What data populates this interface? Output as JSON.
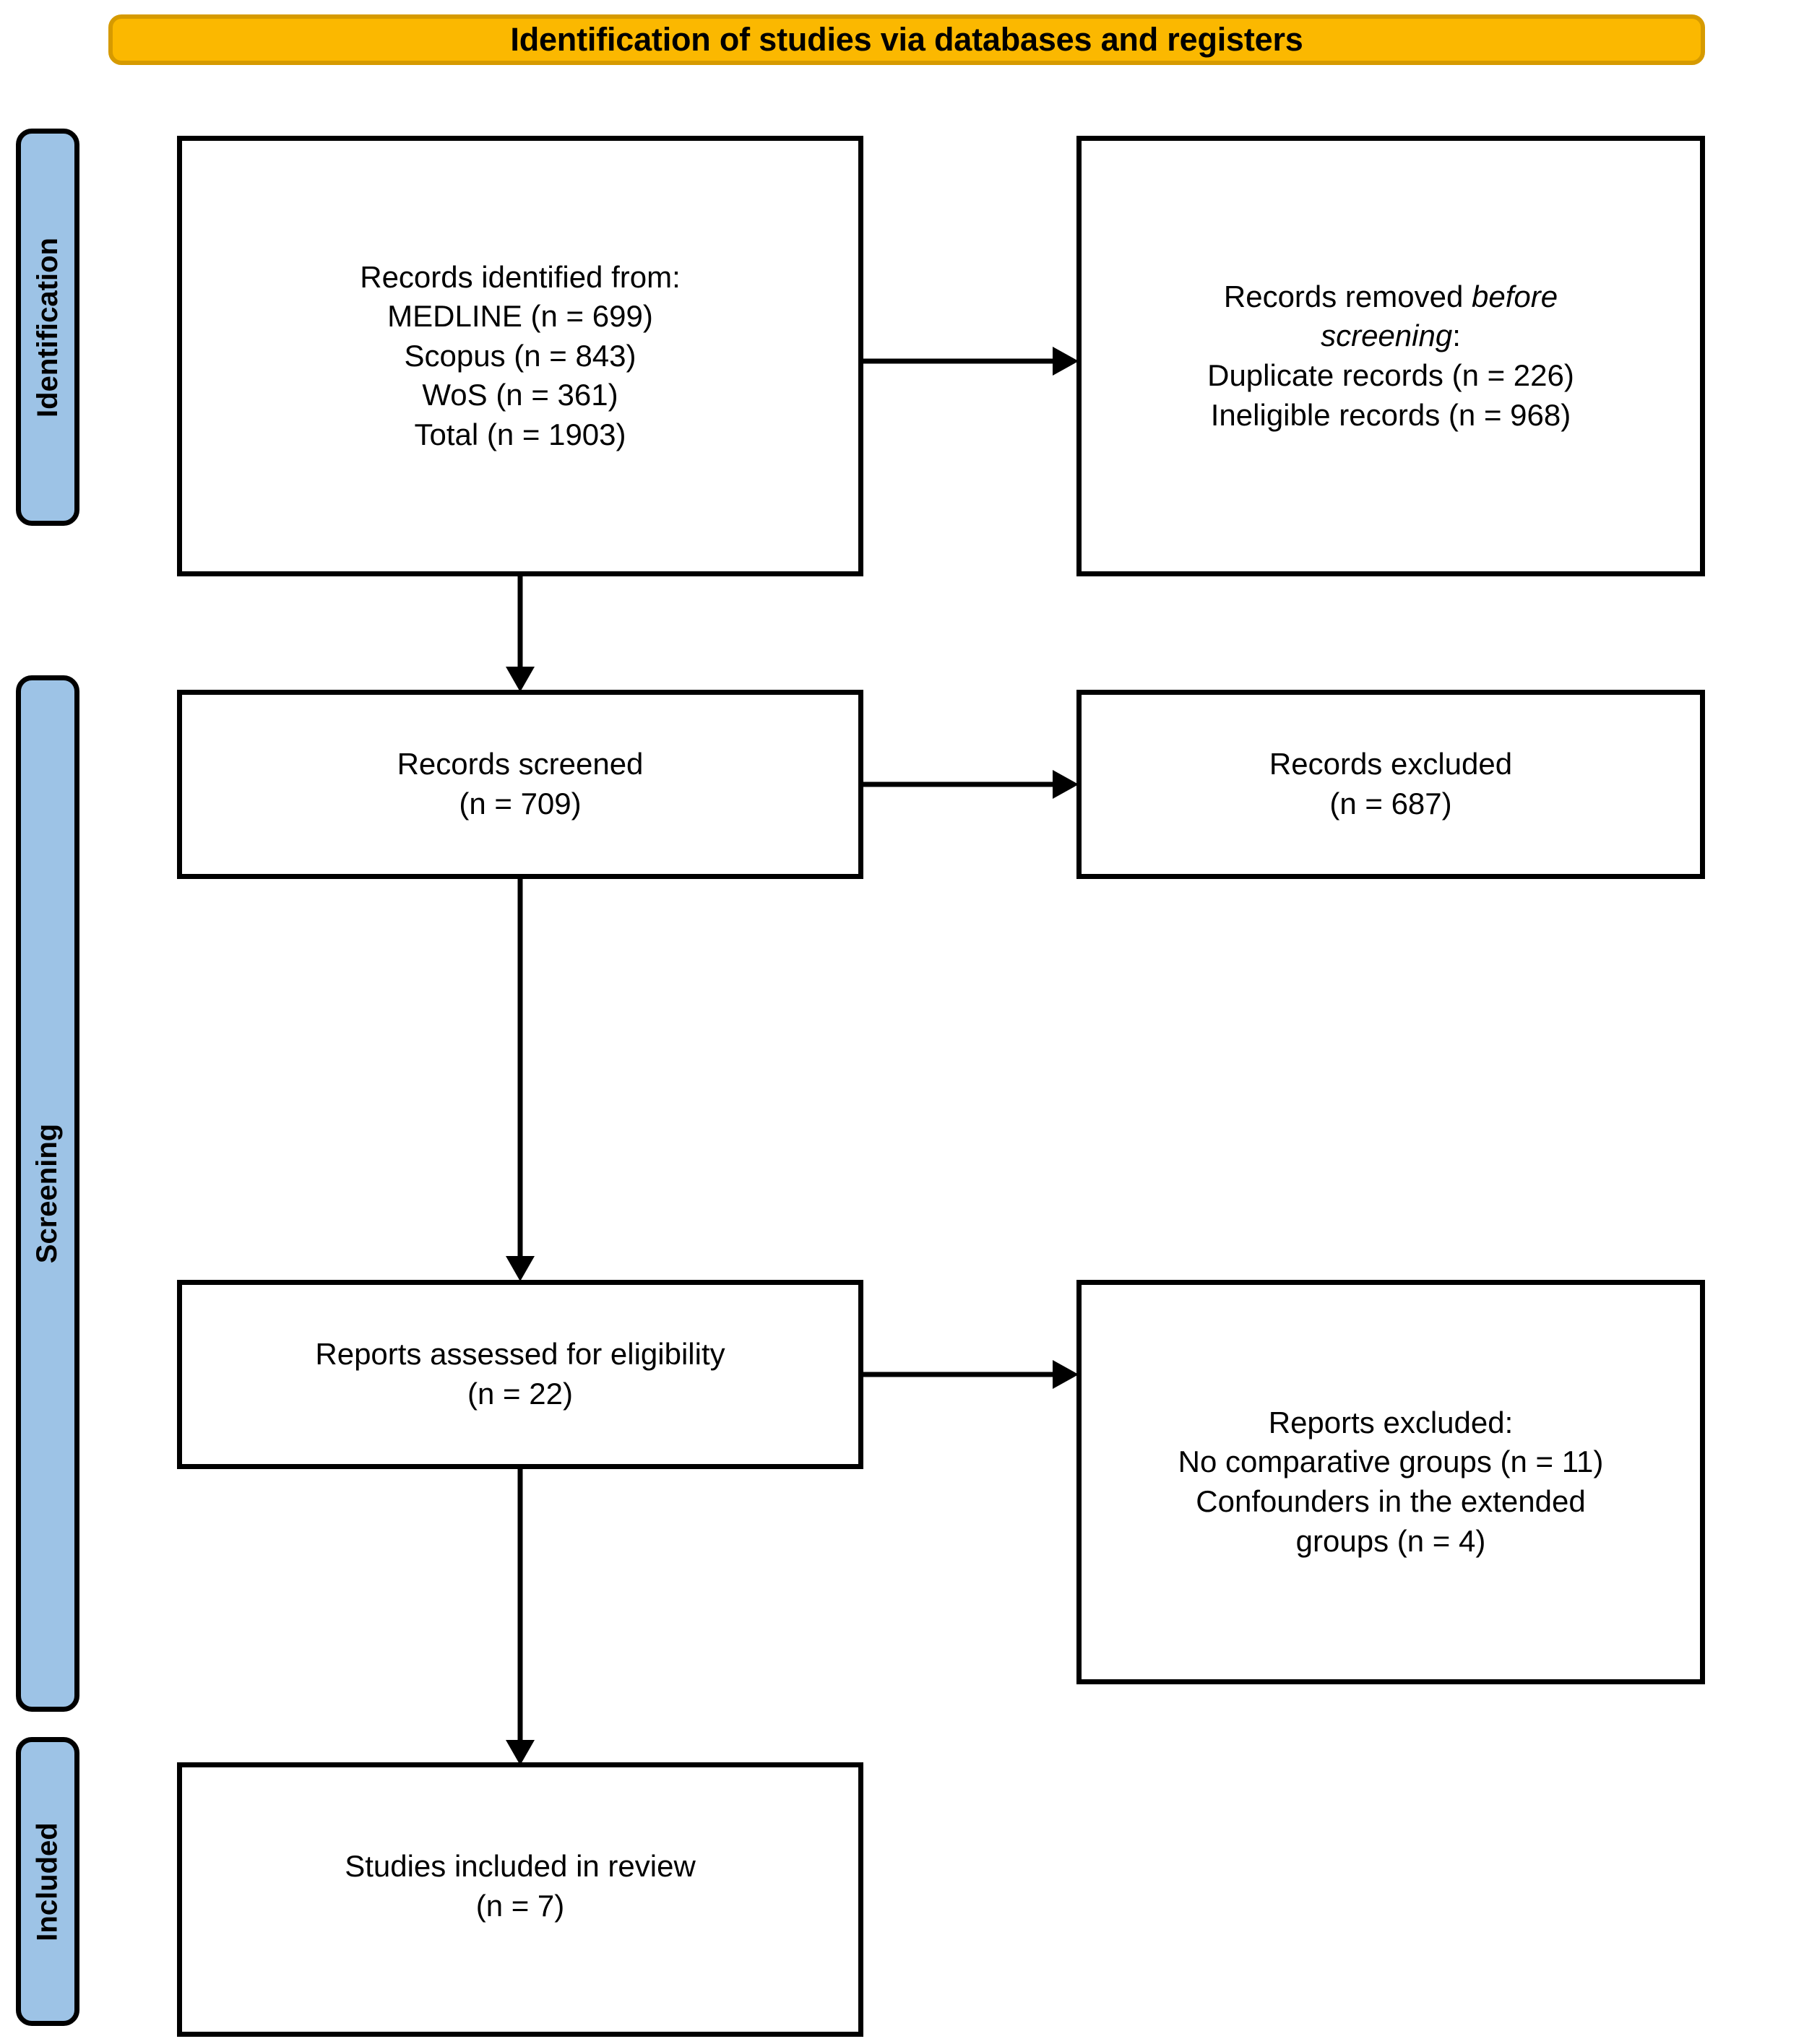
{
  "header": {
    "title": "Identification of studies via databases and registers",
    "background_color": "#FBB800",
    "border_color": "#D69A00"
  },
  "stages": {
    "identification": "Identification",
    "screening": "Screening",
    "included": "Included",
    "background_color": "#9DC3E6"
  },
  "boxes": {
    "identified": {
      "line1": "Records identified from:",
      "line2": "MEDLINE (n = 699)",
      "line3": "Scopus (n = 843)",
      "line4": "WoS (n = 361)",
      "line5": "Total (n = 1903)"
    },
    "removed": {
      "line1_prefix": "Records removed ",
      "line1_italic": "before",
      "line2_italic": "screening",
      "line2_suffix": ":",
      "line3": "Duplicate records (n = 226)",
      "line4": "Ineligible records (n = 968)"
    },
    "screened": {
      "line1": "Records screened",
      "line2": "(n = 709)"
    },
    "records_excluded": {
      "line1": "Records excluded",
      "line2": "(n = 687)"
    },
    "eligibility": {
      "line1": "Reports assessed for eligibility",
      "line2": "(n = 22)"
    },
    "reports_excluded": {
      "line1": "Reports excluded:",
      "line2": "No comparative groups (n = 11)",
      "line3": "Confounders in the extended",
      "line4": "groups (n = 4)"
    },
    "included": {
      "line1": "Studies included in review",
      "line2": "(n = 7)"
    }
  },
  "chart_data": {
    "type": "diagram",
    "title": "Identification of studies via databases and registers",
    "diagram_kind": "PRISMA 2020 flow diagram",
    "stages": [
      "Identification",
      "Screening",
      "Included"
    ],
    "nodes": [
      {
        "id": "identified",
        "stage": "Identification",
        "column": "left",
        "label": "Records identified from:",
        "counts": {
          "MEDLINE": 699,
          "Scopus": 843,
          "WoS": 361,
          "Total": 1903
        }
      },
      {
        "id": "removed",
        "stage": "Identification",
        "column": "right",
        "label": "Records removed before screening:",
        "counts": {
          "Duplicate records": 226,
          "Ineligible records": 968
        }
      },
      {
        "id": "screened",
        "stage": "Screening",
        "column": "left",
        "label": "Records screened",
        "counts": {
          "n": 709
        }
      },
      {
        "id": "records_excluded",
        "stage": "Screening",
        "column": "right",
        "label": "Records excluded",
        "counts": {
          "n": 687
        }
      },
      {
        "id": "eligibility",
        "stage": "Screening",
        "column": "left",
        "label": "Reports assessed for eligibility",
        "counts": {
          "n": 22
        }
      },
      {
        "id": "reports_excluded",
        "stage": "Screening",
        "column": "right",
        "label": "Reports excluded:",
        "counts": {
          "No comparative groups": 11,
          "Confounders in the extended groups": 4
        }
      },
      {
        "id": "included",
        "stage": "Included",
        "column": "left",
        "label": "Studies included in review",
        "counts": {
          "n": 7
        }
      }
    ],
    "edges": [
      {
        "from": "identified",
        "to": "removed",
        "direction": "right"
      },
      {
        "from": "identified",
        "to": "screened",
        "direction": "down"
      },
      {
        "from": "screened",
        "to": "records_excluded",
        "direction": "right"
      },
      {
        "from": "screened",
        "to": "eligibility",
        "direction": "down"
      },
      {
        "from": "eligibility",
        "to": "reports_excluded",
        "direction": "right"
      },
      {
        "from": "eligibility",
        "to": "included",
        "direction": "down"
      }
    ]
  }
}
